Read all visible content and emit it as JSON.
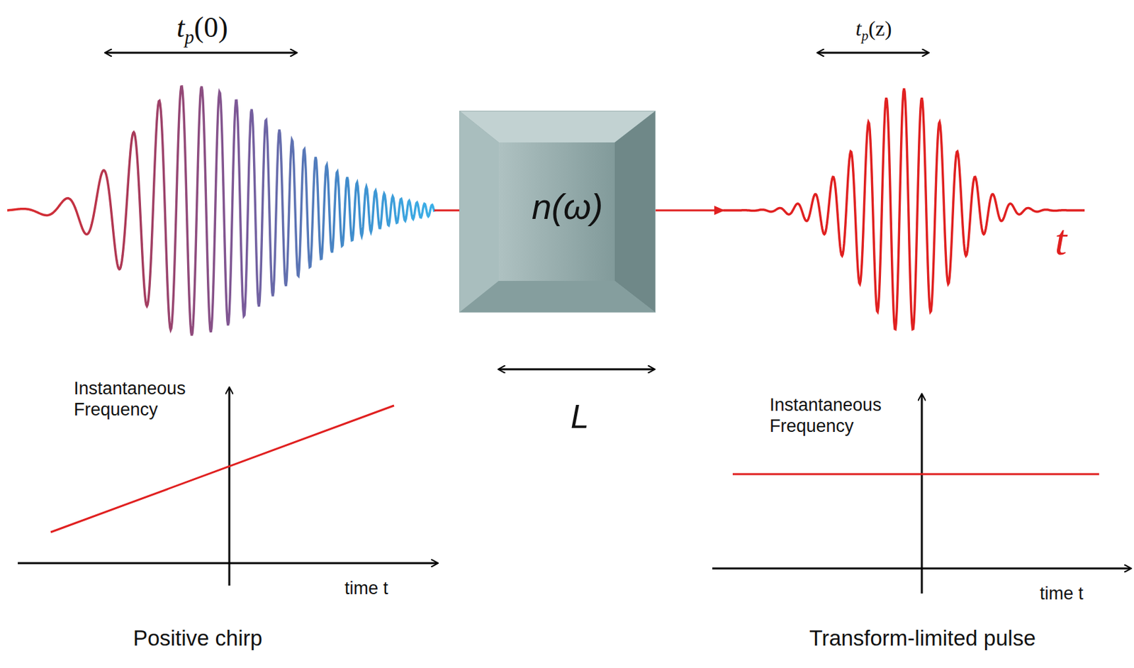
{
  "diagram": {
    "nodes": [
      {
        "text": [
          "n(ω)"
        ]
      }
    ],
    "labels": [
      "tp(0)",
      "tp(z)",
      "L",
      "t",
      "Instantaneous Frequency",
      "time t",
      "Positive chirp",
      "Instantaneous Frequency",
      "time t",
      "Transform-limited pulse"
    ]
  }
}
